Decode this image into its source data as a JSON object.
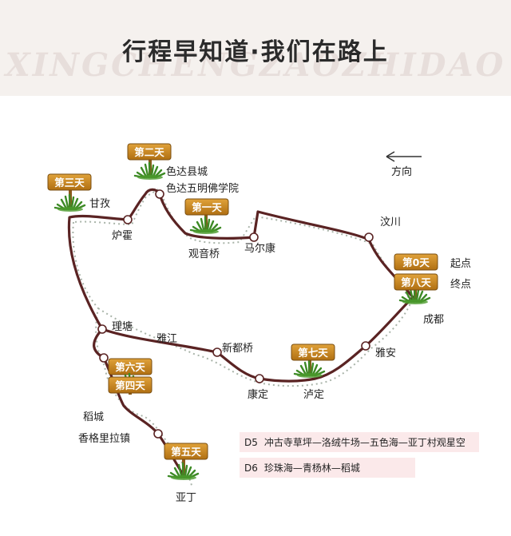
{
  "header": {
    "title": "行程早知道·我们在路上",
    "watermark": "XINGCHENGZAOZHIDAO"
  },
  "compass": {
    "label": "方向"
  },
  "signs": [
    {
      "id": "day3",
      "label": "第三天"
    },
    {
      "id": "day2",
      "label": "第二天"
    },
    {
      "id": "day1",
      "label": "第一天"
    },
    {
      "id": "day0",
      "label": "第0天"
    },
    {
      "id": "day8",
      "label": "第八天"
    },
    {
      "id": "day7",
      "label": "第七天"
    },
    {
      "id": "day6",
      "label": "第六天"
    },
    {
      "id": "day4",
      "label": "第四天"
    },
    {
      "id": "day5",
      "label": "第五天"
    }
  ],
  "places": [
    {
      "id": "seda-county",
      "name": "色达县城"
    },
    {
      "id": "seda-academy",
      "name": "色达五明佛学院"
    },
    {
      "id": "ganzi",
      "name": "甘孜"
    },
    {
      "id": "luhuo",
      "name": "炉霍"
    },
    {
      "id": "guanyinqiao",
      "name": "观音桥"
    },
    {
      "id": "maerkang",
      "name": "马尔康"
    },
    {
      "id": "wenchuan",
      "name": "汶川"
    },
    {
      "id": "start",
      "name": "起点"
    },
    {
      "id": "end",
      "name": "终点"
    },
    {
      "id": "chengdu",
      "name": "成都"
    },
    {
      "id": "yaan",
      "name": "雅安"
    },
    {
      "id": "litang",
      "name": "理塘"
    },
    {
      "id": "yajiang",
      "name": "雅江"
    },
    {
      "id": "xinduqiao",
      "name": "新都桥"
    },
    {
      "id": "kangding",
      "name": "康定"
    },
    {
      "id": "luding",
      "name": "泸定"
    },
    {
      "id": "daocheng",
      "name": "稻城"
    },
    {
      "id": "shangri-la",
      "name": "香格里拉镇"
    },
    {
      "id": "yading",
      "name": "亚丁"
    }
  ],
  "legend": [
    {
      "day": "D5",
      "text": "冲古寺草坪—洛绒牛场—五色海—亚丁村观星空"
    },
    {
      "day": "D6",
      "text": "珍珠海—青杨林—稻城"
    }
  ],
  "colors": {
    "route": "#5a2323",
    "dotted": "#a9b4a9",
    "sign": "#c8861a",
    "sign_edge": "#7a4e10",
    "grass": "#3d8a25",
    "legend_bg": "#fbe9ea"
  }
}
